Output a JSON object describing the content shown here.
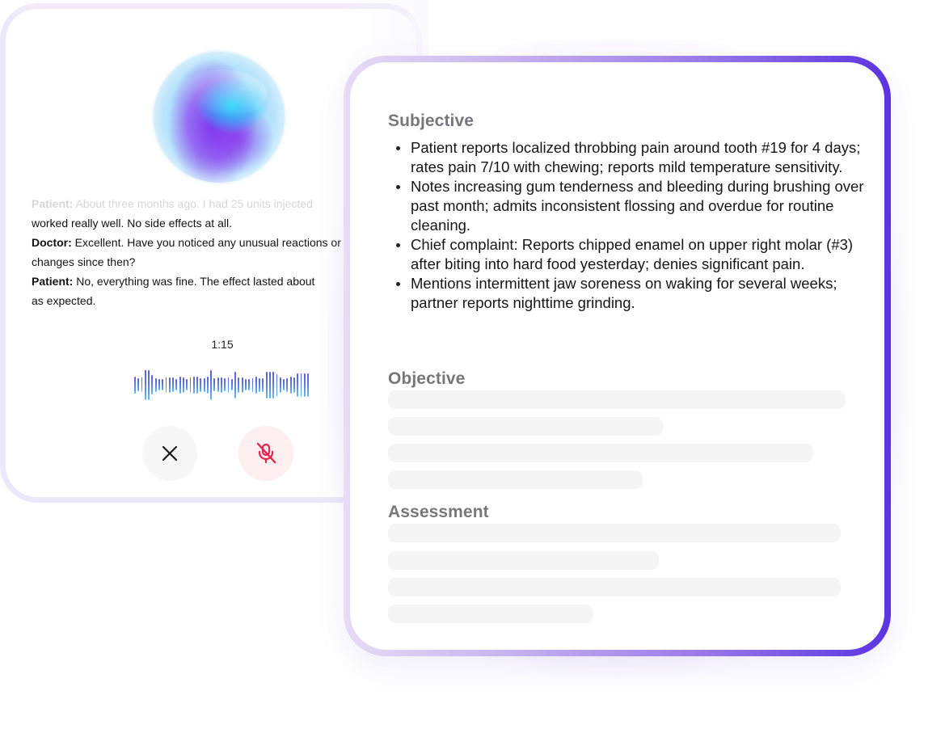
{
  "recorder": {
    "transcript": [
      {
        "speaker": "Patient:",
        "text": " About three months ago. I had 25 units injected",
        "faded": true
      },
      {
        "speaker": "",
        "text": "worked really well. No side effects at all.",
        "faded": false
      },
      {
        "speaker": "Doctor:",
        "text": " Excellent. Have you noticed any unusual reactions or",
        "faded": false
      },
      {
        "speaker": "",
        "text": "changes since then?",
        "faded": false
      },
      {
        "speaker": "Patient:",
        "text": " No, everything was fine. The effect lasted about",
        "faded": false
      },
      {
        "speaker": "",
        "text": "as expected.",
        "faded": false
      }
    ],
    "timer": "1:15",
    "waveform_heights": [
      21,
      16,
      18,
      37,
      37,
      24,
      17,
      14,
      14,
      19,
      19,
      18,
      14,
      21,
      19,
      14,
      19,
      21,
      21,
      17,
      17,
      21,
      37,
      16,
      18,
      19,
      16,
      19,
      14,
      33,
      19,
      19,
      14,
      14,
      17,
      21,
      17,
      17,
      33,
      33,
      33,
      27,
      19,
      14,
      17,
      21,
      19,
      29,
      29,
      29,
      29
    ],
    "buttons": {
      "cancel_icon": "close-icon",
      "mute_icon": "microphone-off-icon"
    },
    "colors": {
      "cancel_bg": "#f7f7f7",
      "mute_bg": "#fdeef0",
      "mute_icon": "#e5254f"
    }
  },
  "note": {
    "sections": {
      "subjective": {
        "title": "Subjective",
        "items": [
          "Patient reports localized throbbing pain around tooth #19 for 4 days; rates pain 7/10 with chewing; reports mild temperature sensitivity.",
          "Notes increasing gum tenderness and bleeding during brushing over past month; admits inconsistent flossing and overdue for routine cleaning.",
          "Chief complaint: Reports chipped enamel on upper right molar (#3) after biting into hard food yesterday; denies significant pain.",
          "Mentions intermittent jaw soreness on waking for several weeks; partner reports nighttime grinding."
        ]
      },
      "objective": {
        "title": "Objective",
        "skeleton_widths": [
          566,
          340,
          526,
          315
        ]
      },
      "assessment": {
        "title": "Assessment",
        "skeleton_widths": [
          560,
          335,
          560,
          253
        ]
      }
    },
    "colors": {
      "border_start": "#e6dcf6",
      "border_end": "#5a33e0",
      "heading": "#78767d",
      "skeleton": "#f5f5f5"
    }
  }
}
